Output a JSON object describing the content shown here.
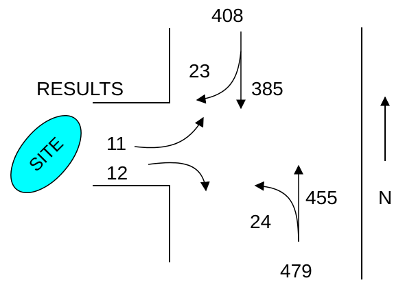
{
  "diagram": {
    "site_label": "SITE",
    "results_label": "RESULTS",
    "north_label": "N",
    "volumes": {
      "north_total": "408",
      "north_left_turn": "23",
      "north_through": "385",
      "site_left_out": "11",
      "site_right_out": "12",
      "south_through": "455",
      "south_right_turn": "24",
      "south_total": "479"
    }
  },
  "colors": {
    "site_fill": "#00FFFF",
    "line": "#000000",
    "background": "#FFFFFF"
  }
}
